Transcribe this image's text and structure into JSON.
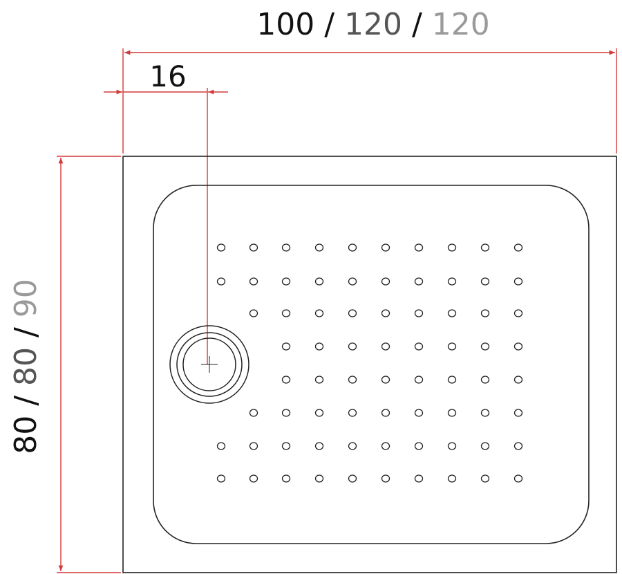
{
  "dimensions": {
    "width_label": {
      "parts": [
        "100",
        " / ",
        "120",
        " / ",
        "120"
      ]
    },
    "depth_label": {
      "parts": [
        "80",
        " / ",
        "80",
        " / ",
        "90"
      ]
    },
    "drain_offset_label": "16"
  },
  "colors": {
    "dimension_line": "#d23a3a",
    "outline": "#222222",
    "variant_1": "#111111",
    "variant_2": "#555555",
    "variant_3": "#9a9a9a"
  },
  "dot_grid": {
    "rows": [
      [
        1,
        1,
        1,
        1,
        1,
        1,
        1,
        1,
        1,
        1
      ],
      [
        1,
        1,
        1,
        1,
        1,
        1,
        1,
        1,
        1,
        1
      ],
      [
        0,
        1,
        1,
        1,
        1,
        1,
        1,
        1,
        1,
        1
      ],
      [
        0,
        0,
        1,
        1,
        1,
        1,
        1,
        1,
        1,
        1
      ],
      [
        0,
        0,
        1,
        1,
        1,
        1,
        1,
        1,
        1,
        1
      ],
      [
        0,
        1,
        1,
        1,
        1,
        1,
        1,
        1,
        1,
        1
      ],
      [
        1,
        1,
        1,
        1,
        1,
        1,
        1,
        1,
        1,
        1
      ],
      [
        1,
        1,
        1,
        1,
        1,
        1,
        1,
        1,
        1,
        1
      ]
    ]
  }
}
